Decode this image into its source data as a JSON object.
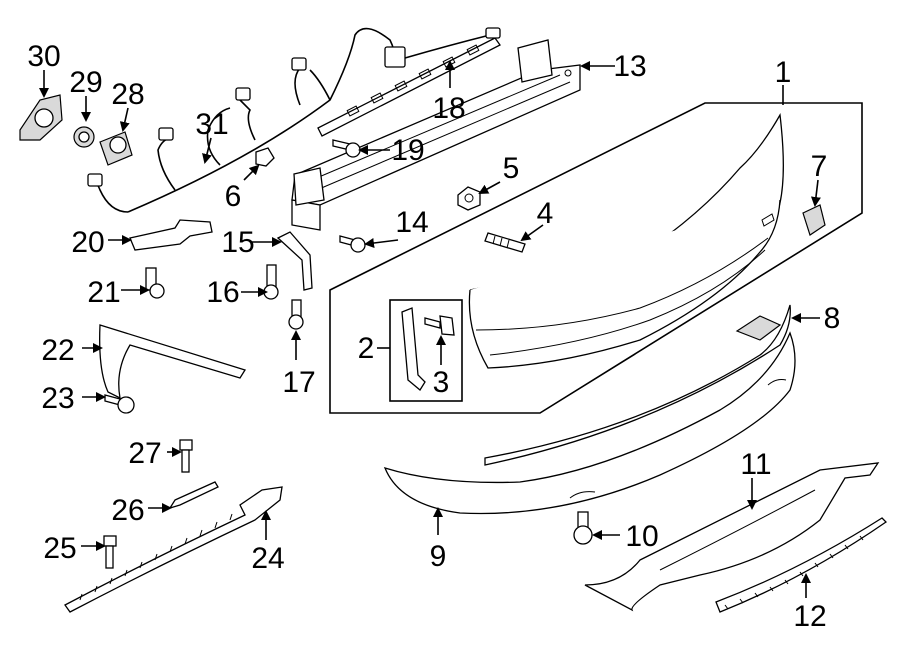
{
  "diagram": {
    "type": "exploded parts diagram",
    "callouts": [
      {
        "id": "c1",
        "label": "1"
      },
      {
        "id": "c2",
        "label": "2"
      },
      {
        "id": "c3",
        "label": "3"
      },
      {
        "id": "c4",
        "label": "4"
      },
      {
        "id": "c5",
        "label": "5"
      },
      {
        "id": "c6",
        "label": "6"
      },
      {
        "id": "c7",
        "label": "7"
      },
      {
        "id": "c8",
        "label": "8"
      },
      {
        "id": "c9",
        "label": "9"
      },
      {
        "id": "c10",
        "label": "10"
      },
      {
        "id": "c11",
        "label": "11"
      },
      {
        "id": "c12",
        "label": "12"
      },
      {
        "id": "c13",
        "label": "13"
      },
      {
        "id": "c14",
        "label": "14"
      },
      {
        "id": "c15",
        "label": "15"
      },
      {
        "id": "c16",
        "label": "16"
      },
      {
        "id": "c17",
        "label": "17"
      },
      {
        "id": "c18",
        "label": "18"
      },
      {
        "id": "c19",
        "label": "19"
      },
      {
        "id": "c20",
        "label": "20"
      },
      {
        "id": "c21",
        "label": "21"
      },
      {
        "id": "c22",
        "label": "22"
      },
      {
        "id": "c23",
        "label": "23"
      },
      {
        "id": "c24",
        "label": "24"
      },
      {
        "id": "c25",
        "label": "25"
      },
      {
        "id": "c26",
        "label": "26"
      },
      {
        "id": "c27",
        "label": "27"
      },
      {
        "id": "c28",
        "label": "28"
      },
      {
        "id": "c29",
        "label": "29"
      },
      {
        "id": "c30",
        "label": "30"
      },
      {
        "id": "c31",
        "label": "31"
      }
    ]
  }
}
